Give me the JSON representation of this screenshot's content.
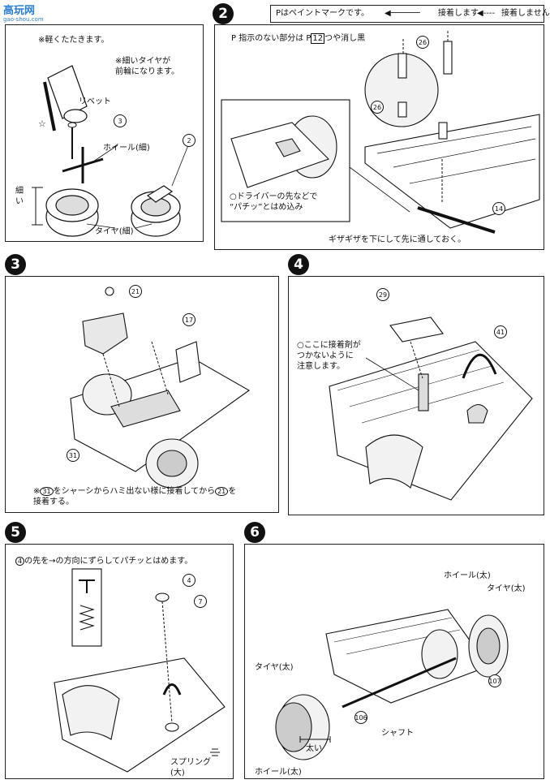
{
  "watermark": {
    "logo": "高玩网",
    "url": "gao-shou.com"
  },
  "step1": {
    "note": "※軽くたたきます。",
    "thin_tire_note": "※細いタイヤが\n前輪になります。",
    "rivet": "リベット",
    "wheel_thin": "ホイール(細)",
    "thin_label": "細\nい",
    "tire_thin": "タイヤ(細)",
    "parts": [
      "3",
      "2"
    ]
  },
  "step2": {
    "num": "2",
    "legend_paint": "Pはペイントマークです。",
    "legend_glue": "接着します",
    "legend_noglue": "接着しません",
    "paint_note": "P 指示のない部分は P",
    "paint_code": "12",
    "paint_suffix": "つや消し黒",
    "driver_note": "○ドライバーの先などで\n“パチッ”とはめ込み",
    "bottom_note": "ギザギザを下にして先に通しておく。",
    "parts": [
      "26",
      "26",
      "14"
    ]
  },
  "step3": {
    "num": "3",
    "note_prefix": "※",
    "note_part1": "31",
    "note_mid": "をシャーシからハミ出ない様に接着してから",
    "note_part2": "21",
    "note_suffix": "を\n接着する。",
    "parts": [
      "21",
      "17",
      "31"
    ]
  },
  "step4": {
    "num": "4",
    "note": "○ここに接着剤が\nつかないように\n注意します。",
    "parts": [
      "29",
      "41"
    ]
  },
  "step5": {
    "num": "5",
    "note_part": "4",
    "note": "の先を→の方向にずらしてパチッとはめます。",
    "spring": "スプリング\n(大)",
    "parts": [
      "4",
      "7"
    ]
  },
  "step6": {
    "num": "6",
    "wheel_thick_top": "ホイール(太)",
    "tire_thick_top": "タイヤ(太)",
    "tire_thick_left": "タイヤ(太)",
    "thick_label": "太い",
    "shaft": "シャフト",
    "wheel_thick_bottom": "ホイール(太)",
    "parts": [
      "107",
      "106"
    ]
  }
}
